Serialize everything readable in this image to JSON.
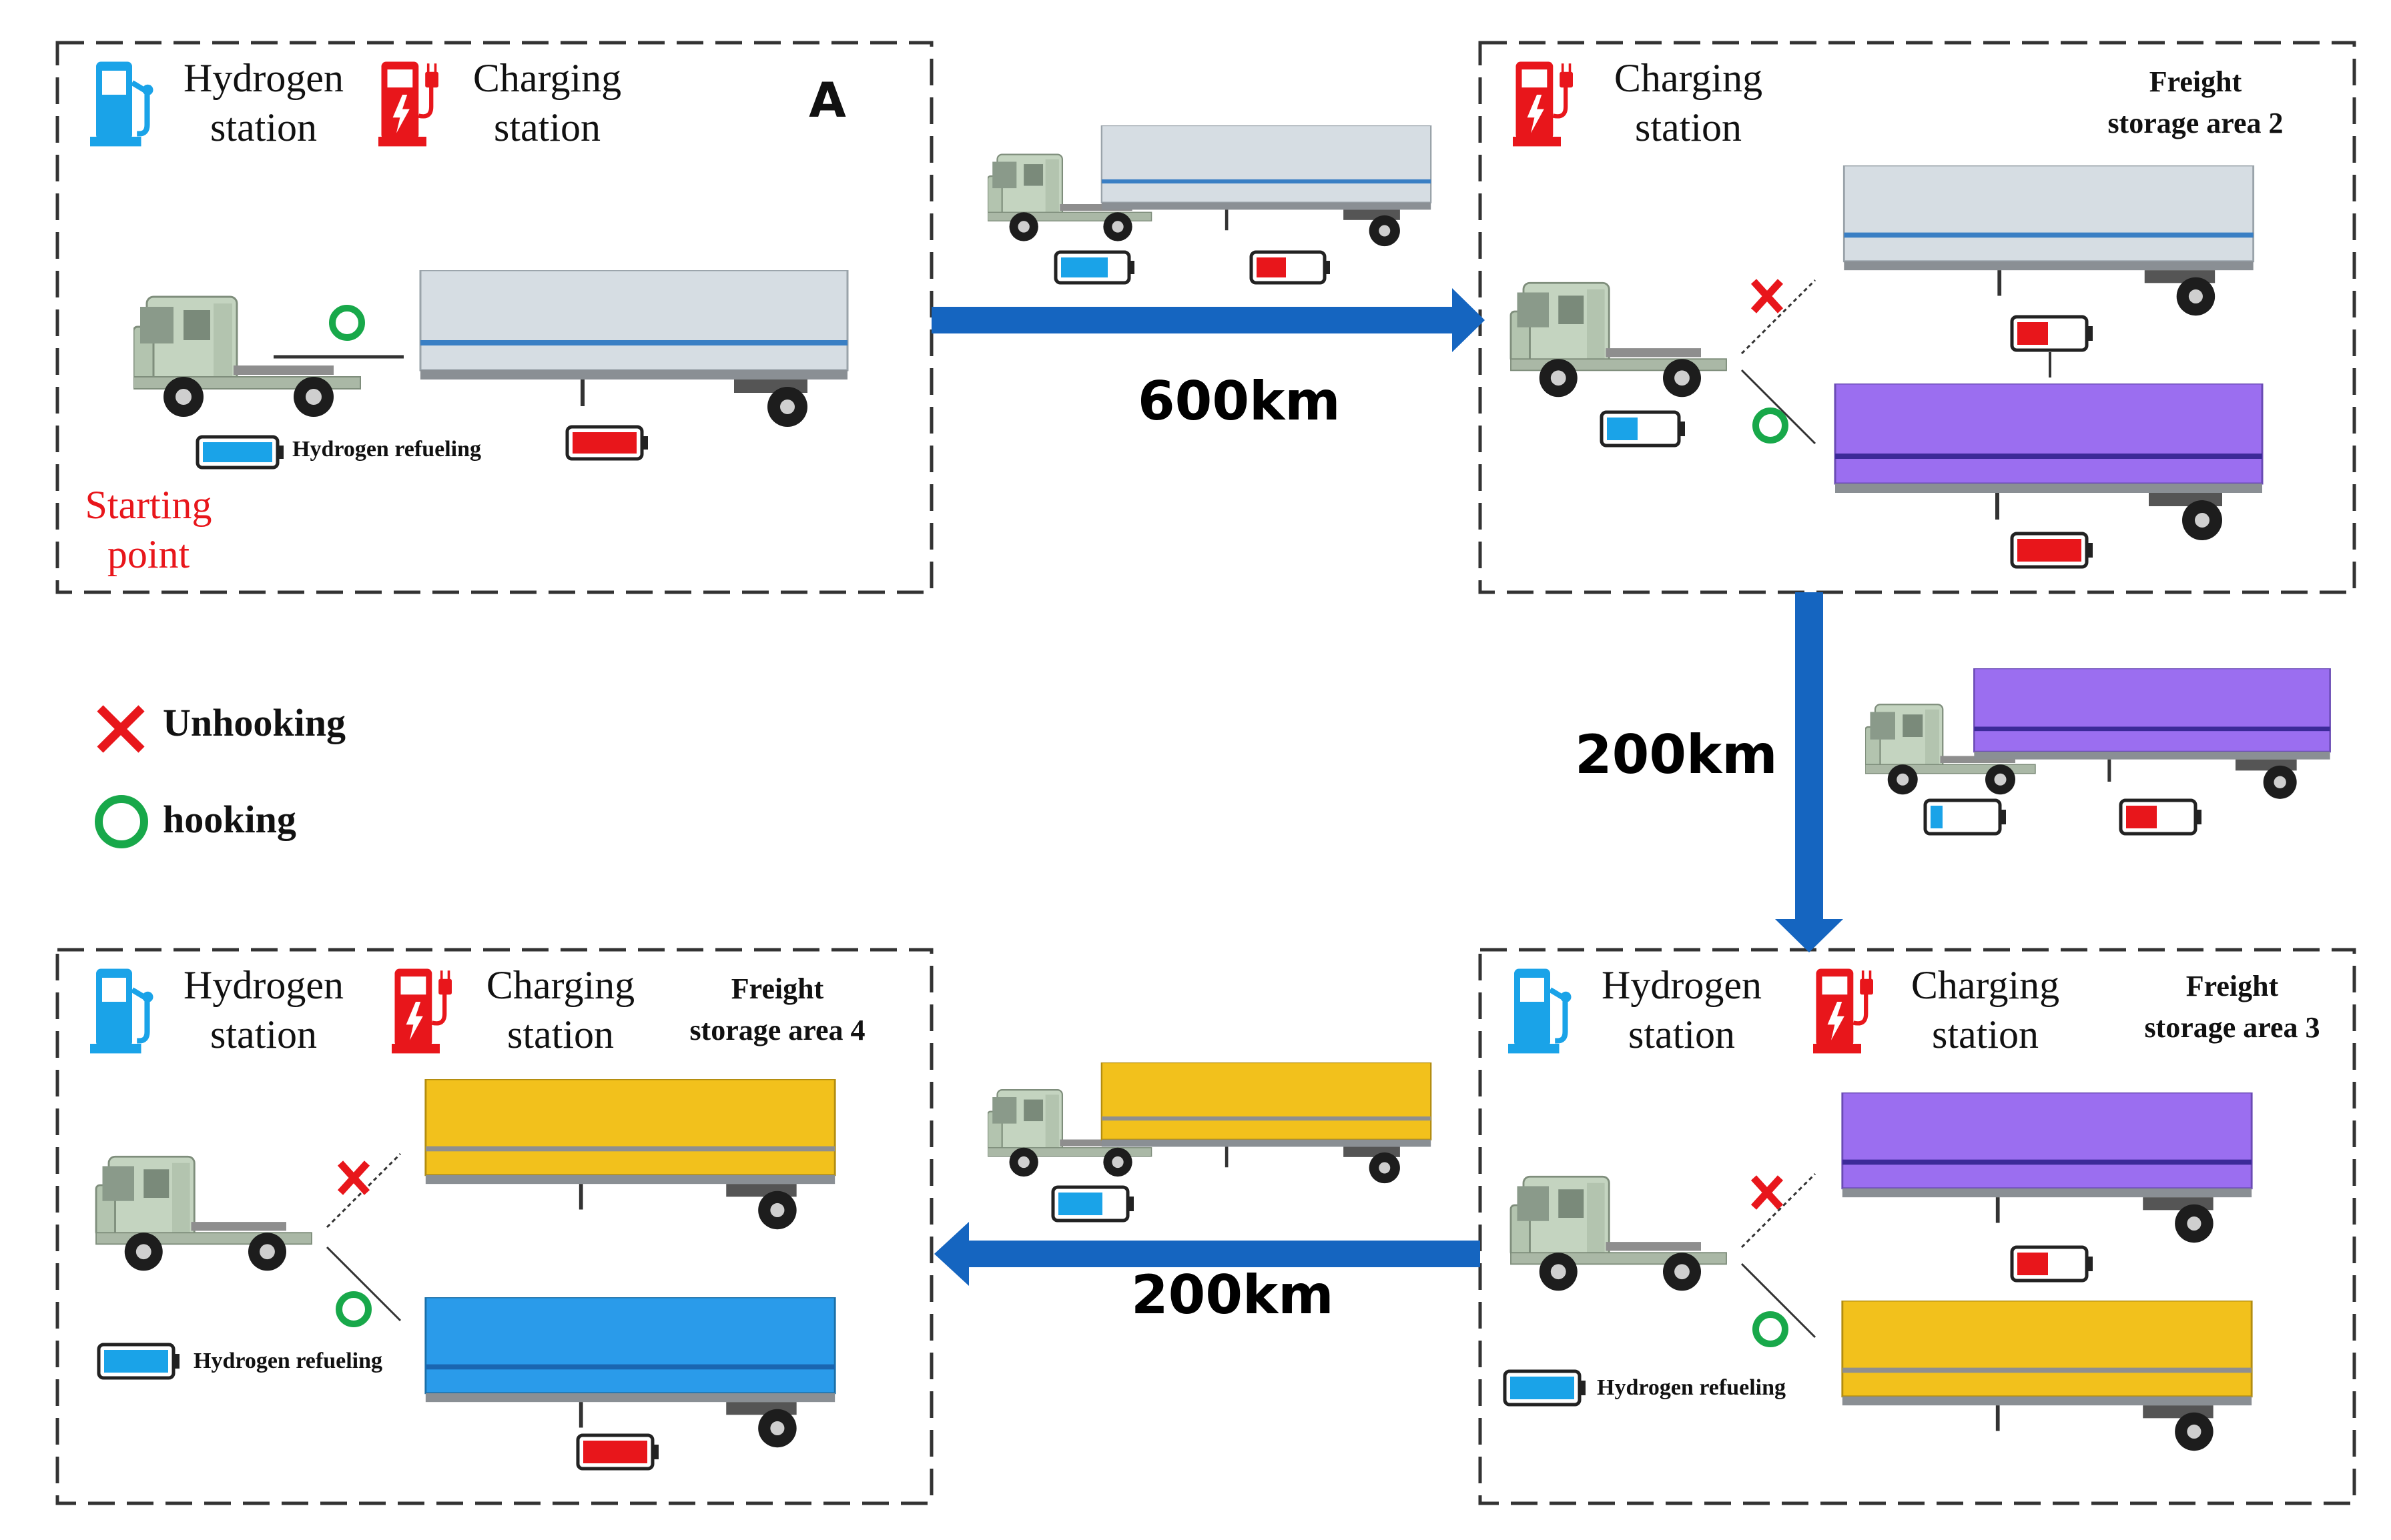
{
  "box_a": {
    "letter": "A",
    "hydrogen_label": [
      "Hydrogen",
      "station"
    ],
    "charging_label": [
      "Charging",
      "station"
    ],
    "refuel_label": "Hydrogen refueling",
    "start_label": [
      "Starting",
      "point"
    ]
  },
  "box_2": {
    "charging_label": [
      "Charging",
      "station"
    ],
    "area_label": [
      "Freight",
      "storage area 2"
    ]
  },
  "box_3": {
    "hydrogen_label": [
      "Hydrogen",
      "station"
    ],
    "charging_label": [
      "Charging",
      "station"
    ],
    "area_label": [
      "Freight",
      "storage area 3"
    ],
    "refuel_label": "Hydrogen refueling"
  },
  "box_4": {
    "hydrogen_label": [
      "Hydrogen",
      "station"
    ],
    "charging_label": [
      "Charging",
      "station"
    ],
    "area_label": [
      "Freight",
      "storage area 4"
    ],
    "refuel_label": "Hydrogen refueling"
  },
  "legend": {
    "unhook": "Unhooking",
    "hook": "hooking"
  },
  "routes": {
    "leg1": "600km",
    "leg2": "200km",
    "leg3": "200km"
  },
  "colors": {
    "arrow": "#1565C0",
    "hydrogen_blue": "#1AA3E8",
    "charge_red": "#E8161B",
    "hook_green": "#18A84A",
    "trailer_white": "#D6DDE3",
    "trailer_purple": "#9B6EF0",
    "trailer_yellow": "#F2C11C",
    "trailer_blue": "#2A9BEA",
    "cab_green": "#C4D4C0",
    "start_red": "#E8161B"
  }
}
